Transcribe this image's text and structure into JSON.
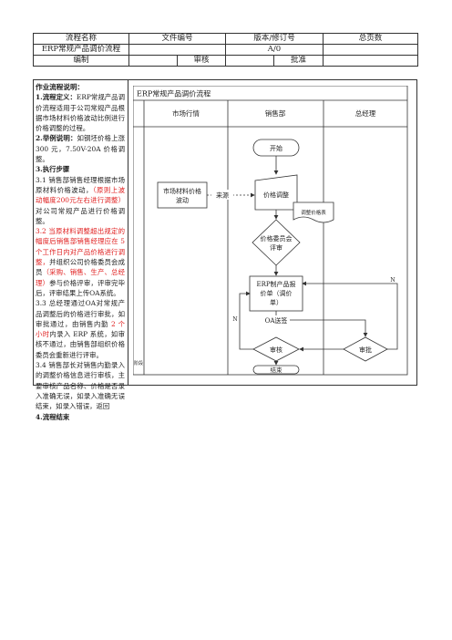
{
  "header": {
    "row1": [
      "流程名称",
      "文件编号",
      "版本/修订号",
      "总页数"
    ],
    "row2_name": "ERP常规产品调价流程",
    "row2_version": "A/0",
    "row3": [
      "编制",
      "审核",
      "批准"
    ]
  },
  "instructions": {
    "heading": "作业流程说明：",
    "s1_label": "1.流程定义：",
    "s1_text": "ERP常规产品调价流程适用于公司常规产品根据市场材料价格波动比例进行价格调整的过程。",
    "s2_label": "2.举例说明：",
    "s2_text": "如钢坯价格上涨 300 元，7.50V-20A 价格调整。",
    "s3_label": "3.执行步骤",
    "s31_a": "3.1 销售部销售经理根据市场原材料价格波动，",
    "s31_red": "（原则上波动幅度200元左右进行调整）",
    "s31_b": "对公司常规产品进行价格调整。",
    "s32_red1": "3.2 当原材料调整超出规定的幅度后销售部销售经理应在 5 个工作日内对产品价格进行调整，",
    "s32_a": "并组织公司价格委员会成员",
    "s32_red2": "（采购、销售、生产、总经理）",
    "s32_b": "参与价格评审，评审完毕后，评审结果上传OA系统。",
    "s33_a": "3.3 总经理通过OA对常规产品调整后的价格进行审批，如审批通过，由销售内勤",
    "s33_red": " 2 个小时",
    "s33_b": "内录入 ERP 系统，如审核不通过，由销售部组织价格委员会重新进行评审。",
    "s34": "3.4 销售部长对销售内勤录入的调整价格信息进行审核，主要审核产品名称、价格是否录入准确无误，如录入准确无误结束，如录入错误，返回",
    "s4": "4.流程结束"
  },
  "flowchart": {
    "title": "ERP常规产品调价流程",
    "lanes": [
      "市场行情",
      "销售部",
      "总经理"
    ],
    "phase_label": "阶段",
    "start": "开始",
    "market": [
      "市场材料价格",
      "波动"
    ],
    "source_label": "来源",
    "price_adjust": "价格调整",
    "price_table": "调整价格表",
    "committee": [
      "价格委员会",
      "评审"
    ],
    "erp": [
      "ERP制产品报",
      "价单（调价",
      "单）"
    ],
    "oa": "OA送签",
    "review": "审核",
    "approve": "审批",
    "end": "结束",
    "n_label": "N"
  }
}
